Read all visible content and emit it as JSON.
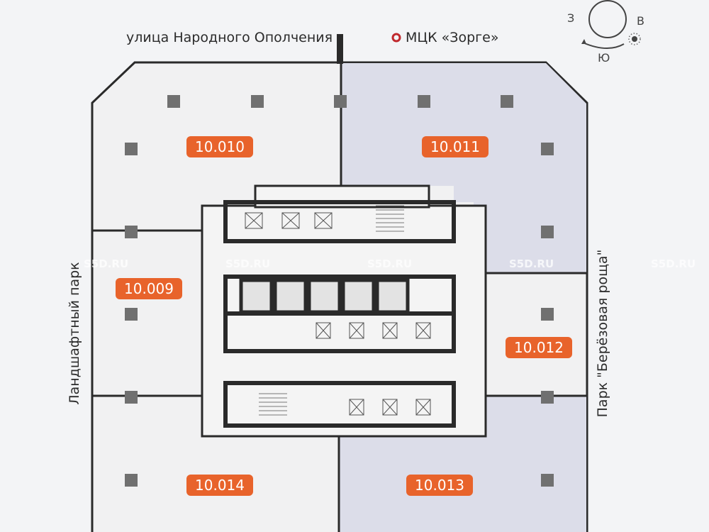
{
  "streets": {
    "top": "улица Народного Ополчения",
    "metro": "МЦК «Зорге»",
    "left": "Ландшафтный парк",
    "right": "Парк \"Берёзовая роща\""
  },
  "compass": {
    "west": "З",
    "east": "В",
    "south": "Ю"
  },
  "units": [
    {
      "id": "10.010"
    },
    {
      "id": "10.011"
    },
    {
      "id": "10.009"
    },
    {
      "id": "10.012"
    },
    {
      "id": "10.014"
    },
    {
      "id": "10.013"
    }
  ],
  "watermark": "S5D.RU",
  "colors": {
    "label": "#e8632b",
    "shaded": "#dcdde9",
    "wall": "#2a2a2a",
    "metro": "#c0282d"
  }
}
